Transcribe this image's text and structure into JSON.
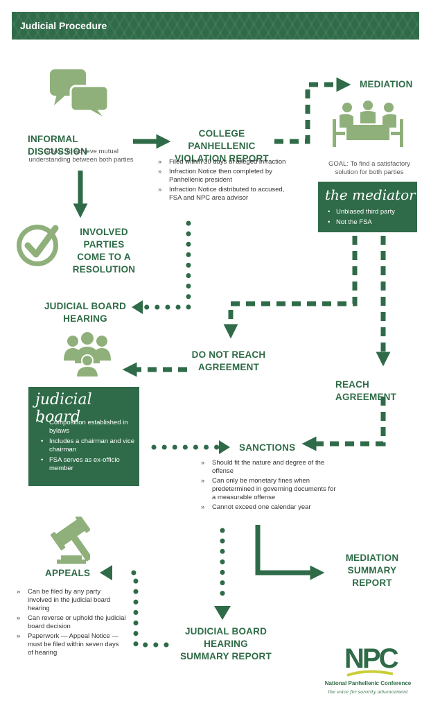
{
  "header": {
    "title": "Judicial Procedure"
  },
  "informal_discussion": {
    "title": "INFORMAL DISCUSSION",
    "goal_lines": [
      "GOAL: To achieve mutual",
      "understanding between both parties"
    ]
  },
  "violation_report": {
    "title_lines": [
      "COLLEGE PANHELLENIC",
      "VIOLATION REPORT"
    ],
    "items": [
      "Filed within 30 days of alleged infraction",
      "Infraction Notice then completed by Panhellenic president",
      "Infraction Notice distributed to accused, FSA and NPC area advisor"
    ]
  },
  "mediation": {
    "title": "MEDIATION",
    "goal_lines": [
      "GOAL: To find a satisfactory",
      "solution for both parties"
    ]
  },
  "mediator_box": {
    "title": "the mediator",
    "items": [
      "Unbiased third party",
      "Not the FSA"
    ]
  },
  "resolution": {
    "title_lines": [
      "INVOLVED PARTIES",
      "COME TO A",
      "RESOLUTION"
    ]
  },
  "judicial_hearing": {
    "title_lines": [
      "JUDICIAL BOARD",
      "HEARING"
    ]
  },
  "no_agreement": {
    "title_lines": [
      "DO NOT REACH",
      "AGREEMENT"
    ]
  },
  "reach_agreement": {
    "title": "REACH AGREEMENT"
  },
  "judicial_box": {
    "title": "judicial board",
    "items": [
      "Composition established in bylaws",
      "Includes a chairman and vice chairman",
      "FSA serves as ex-officio member"
    ]
  },
  "sanctions": {
    "title": "SANCTIONS",
    "items": [
      "Should fit the nature and degree of the offense",
      "Can only be monetary fines when predetermined in governing documents for a measurable offense",
      "Cannot exceed one calendar year"
    ]
  },
  "mediation_summary": {
    "title_lines": [
      "MEDIATION SUMMARY",
      "REPORT"
    ]
  },
  "appeals": {
    "title": "APPEALS",
    "items": [
      "Can be filed by any party involved in the judicial board hearing",
      "Can reverse or uphold the judicial board decision",
      "Paperwork — Appeal Notice — must be filed within seven days of hearing"
    ]
  },
  "hearing_summary": {
    "title_lines": [
      "JUDICIAL BOARD HEARING",
      "SUMMARY REPORT"
    ]
  },
  "logo": {
    "letters": "NPC",
    "name": "National Panhellenic Conference",
    "tagline": "the voice for sorority advancement"
  },
  "icons": [
    "chat-bubbles-icon",
    "meeting-table-icon",
    "checkmark-circle-icon",
    "group-people-icon",
    "gavel-icon"
  ],
  "colors": {
    "primary": "#2f6b48",
    "light": "#8fb07a",
    "text": "#2e6b46"
  }
}
